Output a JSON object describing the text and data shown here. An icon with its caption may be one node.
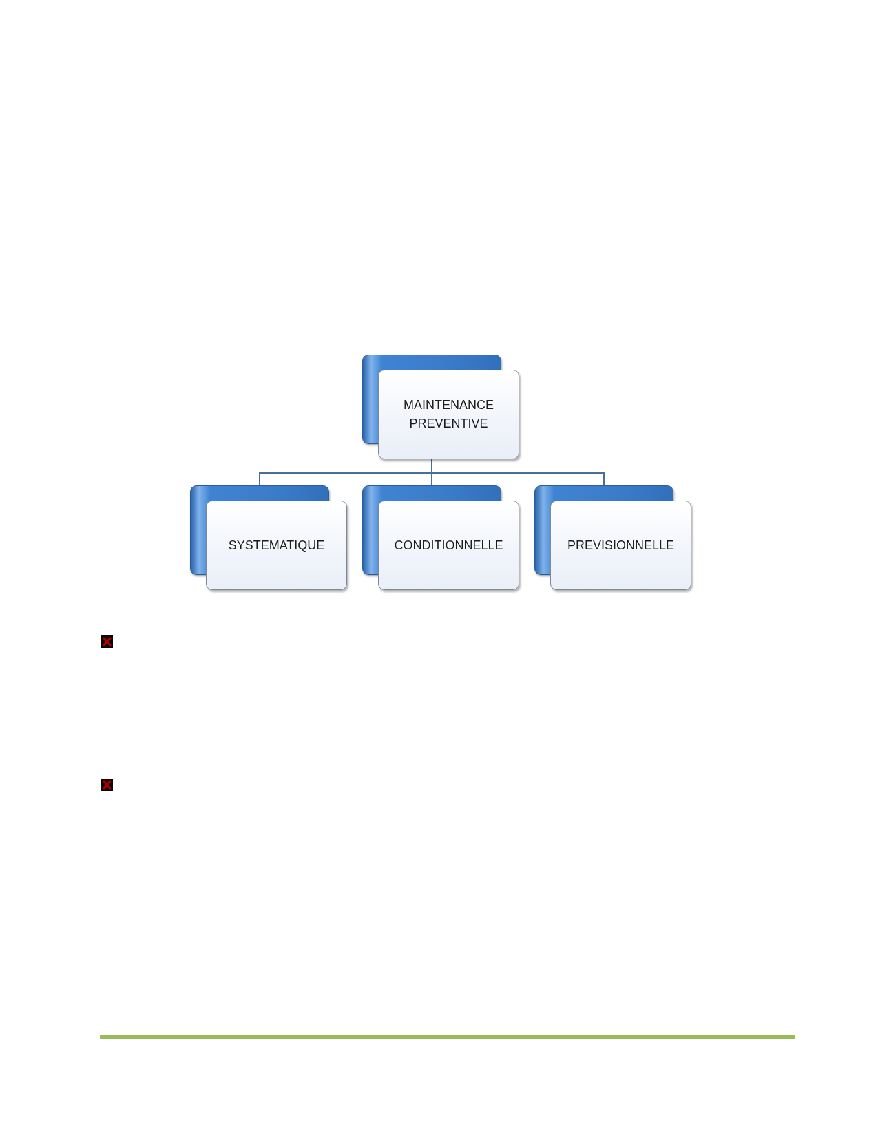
{
  "diagram": {
    "nodes": [
      {
        "text": [
          "MAINTENANCE PREVENTIVE"
        ]
      },
      {
        "text": [
          "SYSTEMATIQUE"
        ]
      },
      {
        "text": [
          "CONDITIONNELLE"
        ]
      },
      {
        "text": [
          "PREVISIONNELLE"
        ]
      }
    ],
    "edges": [
      {
        "from": 0,
        "to": 1,
        "arrow": "none"
      },
      {
        "from": 0,
        "to": 2,
        "arrow": "none"
      },
      {
        "from": 0,
        "to": 3,
        "arrow": "none"
      }
    ]
  }
}
